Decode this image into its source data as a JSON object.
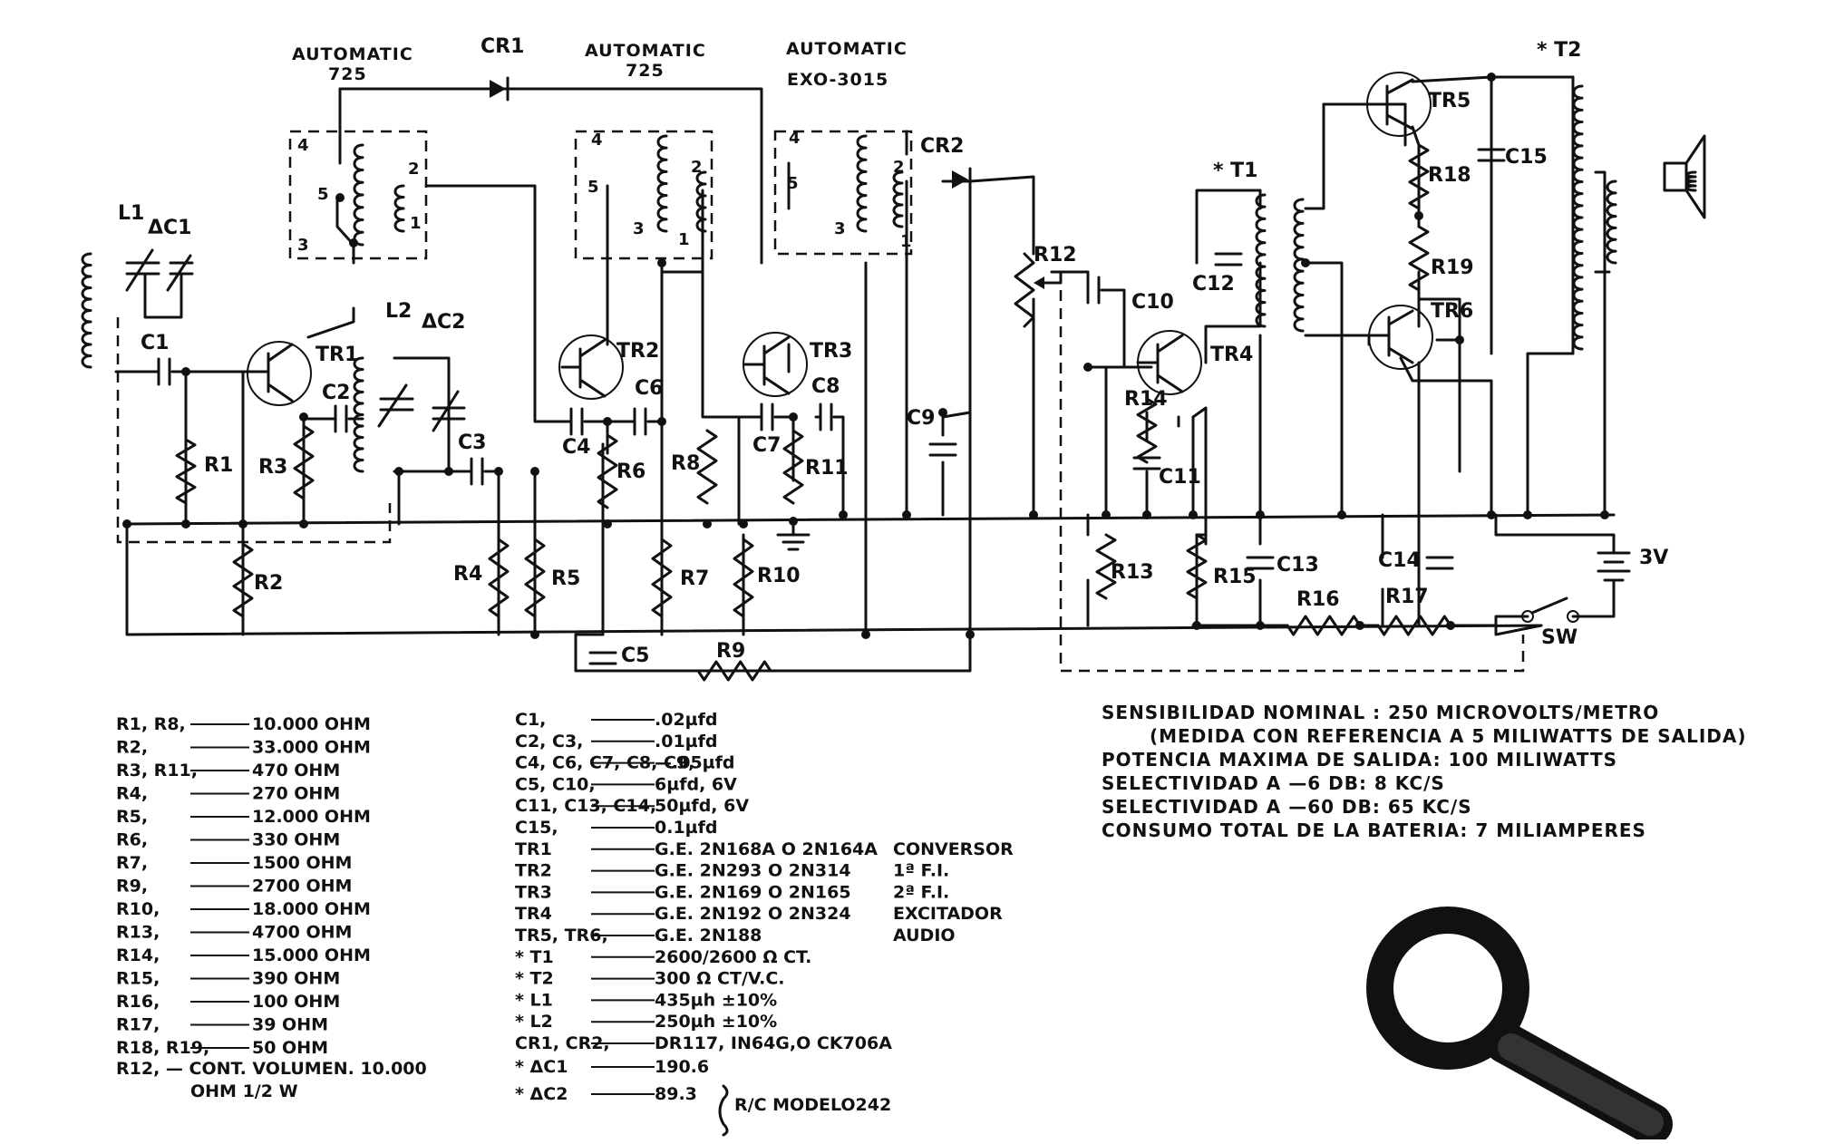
{
  "headers": {
    "t1_brand": "AUTOMATIC",
    "t1_model": "725",
    "t2_brand": "AUTOMATIC",
    "t2_model": "725",
    "t3_brand": "AUTOMATIC",
    "t3_model": "EXO-3015"
  },
  "labels": {
    "cr1": "CR1",
    "cr2": "CR2",
    "l1": "L1",
    "dc1": "ΔC1",
    "l2": "L2",
    "dc2": "ΔC2",
    "c1": "C1",
    "c2": "C2",
    "c3": "C3",
    "c4": "C4",
    "c5": "C5",
    "c6": "C6",
    "c7": "C7",
    "c8": "C8",
    "c9": "C9",
    "c10": "C10",
    "c11": "C11",
    "c12": "C12",
    "c13": "C13",
    "c14": "C14",
    "c15": "C15",
    "r1": "R1",
    "r2": "R2",
    "r3": "R3",
    "r4": "R4",
    "r5": "R5",
    "r6": "R6",
    "r7": "R7",
    "r8": "R8",
    "r9": "R9",
    "r10": "R10",
    "r11": "R11",
    "r12": "R12",
    "r13": "R13",
    "r14": "R14",
    "r15": "R15",
    "r16": "R16",
    "r17": "R17",
    "r18": "R18",
    "r19": "R19",
    "tr1": "TR1",
    "tr2": "TR2",
    "tr3": "TR3",
    "tr4": "TR4",
    "tr5": "TR5",
    "tr6": "TR6",
    "t1": "* T1",
    "t2": "* T2",
    "battery": "3V",
    "sw": "SW",
    "p4": "4",
    "p5": "5",
    "p3": "3",
    "p2": "2",
    "p1": "1"
  },
  "resistors": [
    {
      "name": "R1, R8,",
      "value": "10.000 OHM"
    },
    {
      "name": "R2,",
      "value": "33.000 OHM"
    },
    {
      "name": "R3, R11,",
      "value": "470 OHM"
    },
    {
      "name": "R4,",
      "value": "270 OHM"
    },
    {
      "name": "R5,",
      "value": "12.000 OHM"
    },
    {
      "name": "R6,",
      "value": "330 OHM"
    },
    {
      "name": "R7,",
      "value": "1500 OHM"
    },
    {
      "name": "R9,",
      "value": "2700 OHM"
    },
    {
      "name": "R10,",
      "value": "18.000 OHM"
    },
    {
      "name": "R13,",
      "value": "4700 OHM"
    },
    {
      "name": "R14,",
      "value": "15.000 OHM"
    },
    {
      "name": "R15,",
      "value": "390 OHM"
    },
    {
      "name": "R16,",
      "value": "100 OHM"
    },
    {
      "name": "R17,",
      "value": "39 OHM"
    },
    {
      "name": "R18, R19,",
      "value": "50 OHM"
    }
  ],
  "r12_line1": "R12, — CONT. VOLUMEN. 10.000",
  "r12_line2": "OHM 1/2 W",
  "components": [
    {
      "name": "C1,",
      "value": ".02µfd",
      "note": ""
    },
    {
      "name": "C2, C3,",
      "value": ".01µfd",
      "note": ""
    },
    {
      "name": "C4, C6, C7, C8, C9,",
      "value": "—.05µfd",
      "note": ""
    },
    {
      "name": "C5, C10,",
      "value": "6µfd, 6V",
      "note": ""
    },
    {
      "name": "C11, C13, C14,",
      "value": "50µfd, 6V",
      "note": ""
    },
    {
      "name": "C15,",
      "value": "0.1µfd",
      "note": ""
    },
    {
      "name": "TR1",
      "value": "G.E. 2N168A O 2N164A",
      "note": "CONVERSOR"
    },
    {
      "name": "TR2",
      "value": "G.E. 2N293 O 2N314",
      "note": "1ª F.I."
    },
    {
      "name": "TR3",
      "value": "G.E. 2N169 O 2N165",
      "note": "2ª F.I."
    },
    {
      "name": "TR4",
      "value": "G.E. 2N192 O 2N324",
      "note": "EXCITADOR"
    },
    {
      "name": "TR5, TR6,",
      "value": "G.E. 2N188",
      "note": "AUDIO"
    },
    {
      "name": "* T1",
      "value": "2600/2600 Ω CT.",
      "note": ""
    },
    {
      "name": "* T2",
      "value": "300 Ω CT/V.C.",
      "note": ""
    },
    {
      "name": "* L1",
      "value": "435µh ±10%",
      "note": ""
    },
    {
      "name": "* L2",
      "value": "250µh ±10%",
      "note": ""
    },
    {
      "name": "CR1, CR2,",
      "value": "DR117, IN64G,O CK706A",
      "note": ""
    },
    {
      "name": "* ΔC1",
      "value": "190.6",
      "note": ""
    },
    {
      "name": "* ΔC2",
      "value": "89.3",
      "note": ""
    }
  ],
  "rc_model": "R/C MODELO242",
  "specs": [
    "SENSIBILIDAD NOMINAL : 250 MICROVOLTS/METRO",
    "(MEDIDA CON REFERENCIA A 5 MILIWATTS DE SALIDA)",
    "POTENCIA MAXIMA DE SALIDA: 100 MILIWATTS",
    "SELECTIVIDAD A —6 DB: 8 KC/S",
    "SELECTIVIDAD A —60 DB: 65 KC/S",
    "CONSUMO TOTAL DE LA BATERIA: 7 MILIAMPERES"
  ],
  "icons": {
    "zoom": "magnifier-icon"
  }
}
